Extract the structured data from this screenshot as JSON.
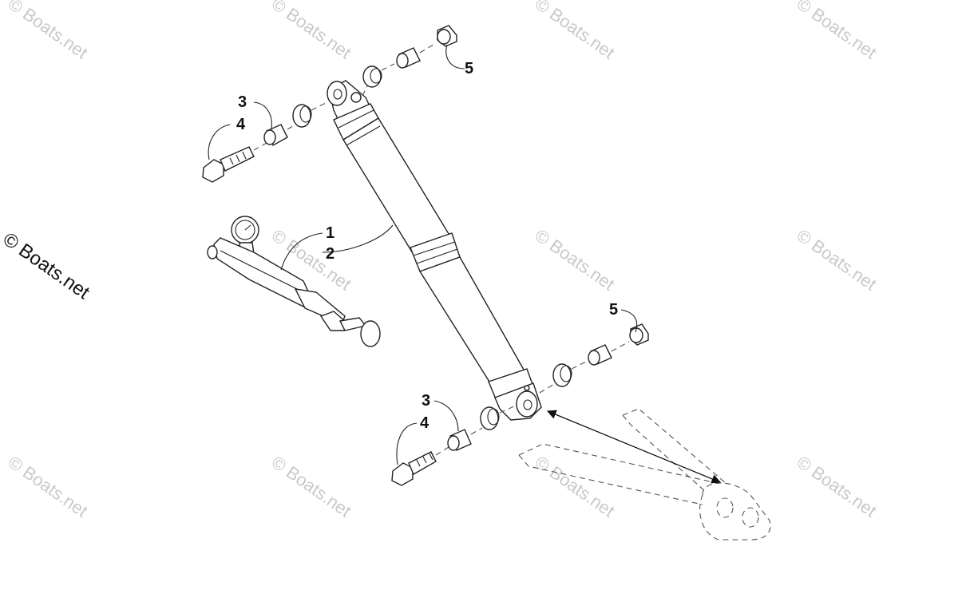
{
  "watermark": {
    "text": "© Boats.net",
    "main_text": "© Boats.net"
  },
  "callouts": {
    "c1": "1",
    "c2": "2",
    "c3_top": "3",
    "c4_top": "4",
    "c5_top": "5",
    "c3_bottom": "3",
    "c4_bottom": "4",
    "c5_bottom": "5"
  },
  "colors": {
    "line": "#222222",
    "watermark": "#c9c9c9",
    "background": "#ffffff"
  }
}
